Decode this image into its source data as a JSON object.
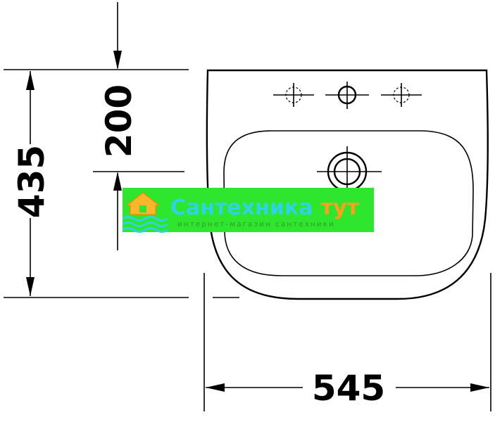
{
  "dimensions": {
    "depth": "435",
    "tap_hole_distance": "200",
    "width": "545"
  },
  "watermark": {
    "brand_main": "Сантехника",
    "brand_accent": "тут",
    "tagline": "интернет-магазин сантехники",
    "banner_color": "#2ee62e",
    "text_color": "#2fd3e6",
    "accent_color": "#ff9f1c"
  }
}
